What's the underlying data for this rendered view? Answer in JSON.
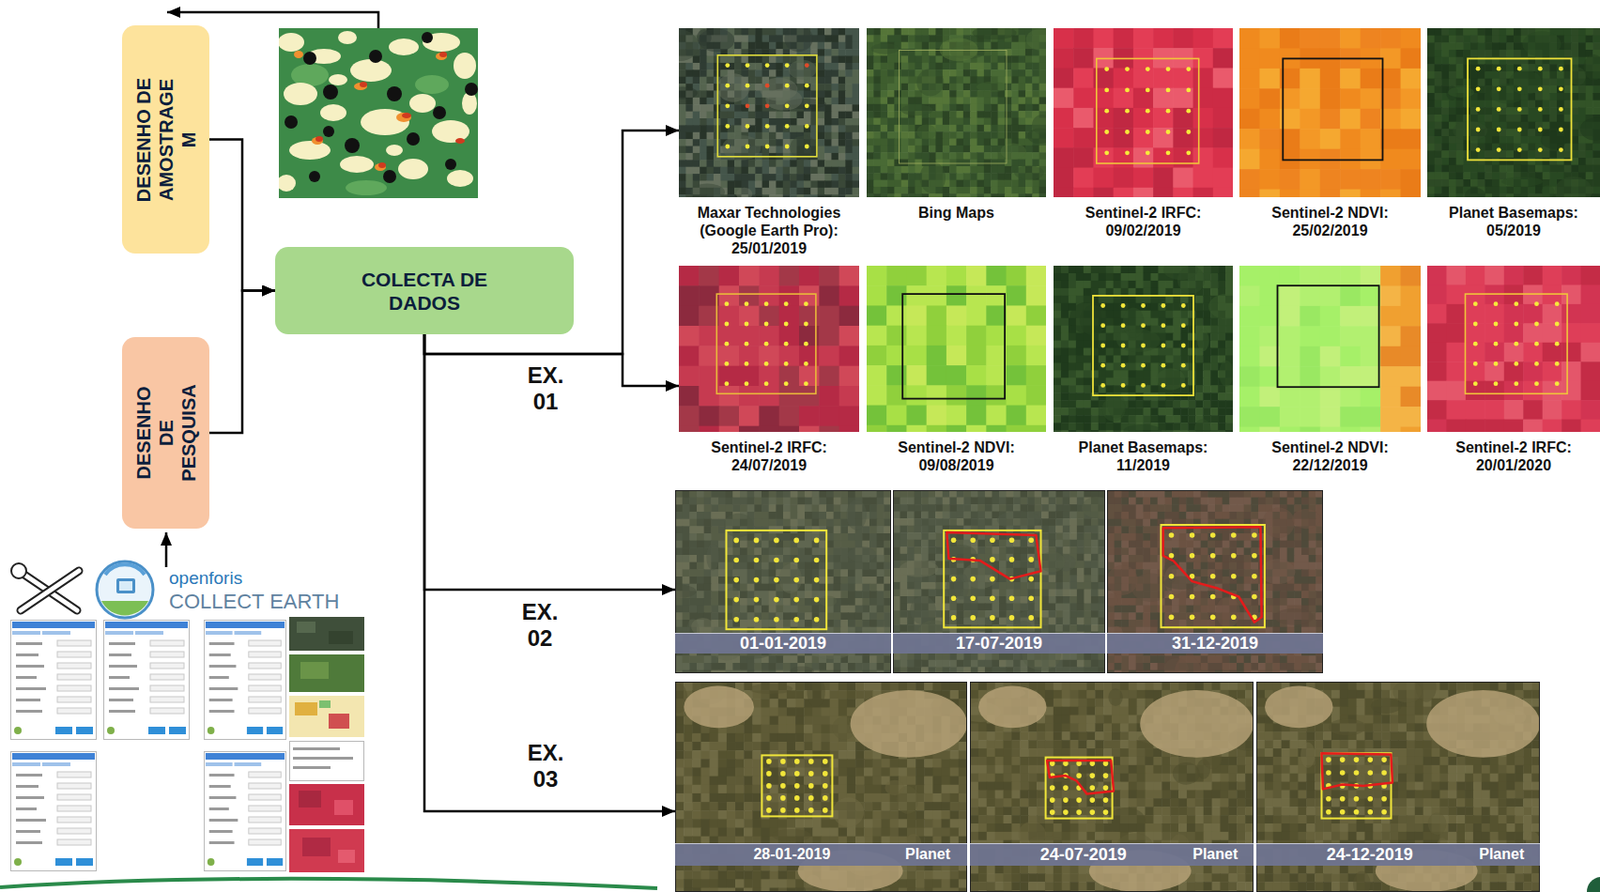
{
  "diagram": {
    "nodes": [
      {
        "text": [
          "DESENHO DE AMOSTRAGE M"
        ]
      },
      {
        "text": [
          "COLECTA DE DADOS"
        ]
      },
      {
        "text": [
          "DESENHO DE PESQUISA"
        ]
      },
      {
        "text": [
          "Maxar Technologies (Google Earth Pro): 25/01/2019"
        ]
      },
      {
        "text": [
          "Bing Maps"
        ]
      },
      {
        "text": [
          "Sentinel-2 IRFC: 09/02/2019"
        ]
      },
      {
        "text": [
          "Sentinel-2 NDVI: 25/02/2019"
        ]
      },
      {
        "text": [
          "Planet Basemaps: 05/2019"
        ]
      },
      {
        "text": [
          "Sentinel-2 IRFC: 24/07/2019"
        ]
      },
      {
        "text": [
          "Sentinel-2 NDVI: 09/08/2019"
        ]
      },
      {
        "text": [
          "Planet Basemaps: 11/2019"
        ]
      },
      {
        "text": [
          "Sentinel-2 NDVI: 22/12/2019"
        ]
      },
      {
        "text": [
          "Sentinel-2 IRFC: 20/01/2020"
        ]
      },
      {
        "text": [
          "01-01-2019"
        ]
      },
      {
        "text": [
          "17-07-2019"
        ]
      },
      {
        "text": [
          "31-12-2019"
        ]
      },
      {
        "text": [
          "28-01-2019",
          "Planet"
        ]
      },
      {
        "text": [
          "24-07-2019",
          "Planet"
        ]
      },
      {
        "text": [
          "24-12-2019",
          "Planet"
        ]
      }
    ],
    "edges": [
      {
        "from": 0,
        "to": 1,
        "arrow": "to"
      },
      {
        "from": 2,
        "to": 1,
        "arrow": "to"
      },
      {
        "from": 1,
        "to": 3,
        "arrow": "to"
      },
      {
        "from": 1,
        "to": 8,
        "arrow": "to"
      },
      {
        "from": 1,
        "to": 13,
        "arrow": "to"
      },
      {
        "from": 1,
        "to": 16,
        "arrow": "to"
      }
    ],
    "labels": [
      "EX. 01",
      "EX. 02",
      "EX. 03",
      "openforis",
      "COLLECT EARTH"
    ]
  }
}
